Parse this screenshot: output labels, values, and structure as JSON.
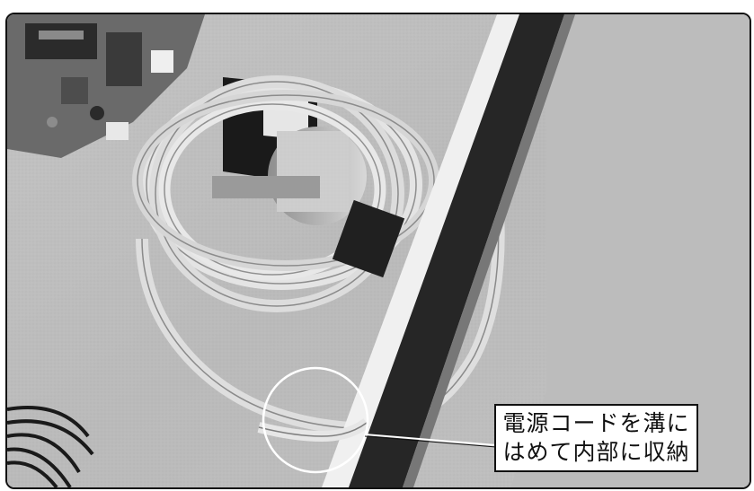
{
  "photo": {
    "subject": "inside of appliance housing with coiled power cord, transformer and cord groove",
    "highlight_circle": "power cord seated in groove"
  },
  "callout": {
    "line1": "電源コードを溝に",
    "line2": "はめて内部に収納"
  },
  "colors": {
    "frame": "#111111",
    "photo_base": "#b9b9b9",
    "panel": "#f2f2f2",
    "dark_edge": "#262626"
  }
}
